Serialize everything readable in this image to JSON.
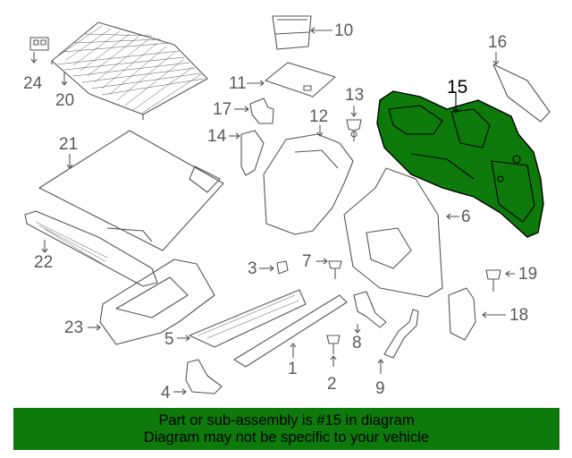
{
  "highlight": {
    "part": "15",
    "color": "#0d7a0b"
  },
  "callouts": [
    {
      "id": "1",
      "label": "1"
    },
    {
      "id": "2",
      "label": "2"
    },
    {
      "id": "3",
      "label": "3"
    },
    {
      "id": "4",
      "label": "4"
    },
    {
      "id": "5",
      "label": "5"
    },
    {
      "id": "6",
      "label": "6"
    },
    {
      "id": "7",
      "label": "7"
    },
    {
      "id": "8",
      "label": "8"
    },
    {
      "id": "9",
      "label": "9"
    },
    {
      "id": "10",
      "label": "10"
    },
    {
      "id": "11",
      "label": "11"
    },
    {
      "id": "12",
      "label": "12"
    },
    {
      "id": "13",
      "label": "13"
    },
    {
      "id": "14",
      "label": "14"
    },
    {
      "id": "15",
      "label": "15"
    },
    {
      "id": "16",
      "label": "16"
    },
    {
      "id": "17",
      "label": "17"
    },
    {
      "id": "18",
      "label": "18"
    },
    {
      "id": "19",
      "label": "19"
    },
    {
      "id": "20",
      "label": "20"
    },
    {
      "id": "21",
      "label": "21"
    },
    {
      "id": "22",
      "label": "22"
    },
    {
      "id": "23",
      "label": "23"
    },
    {
      "id": "24",
      "label": "24"
    }
  ],
  "banner": {
    "line1": "Part or sub-assembly is #15 in diagram",
    "line2": "Diagram may not be specific to your vehicle"
  }
}
